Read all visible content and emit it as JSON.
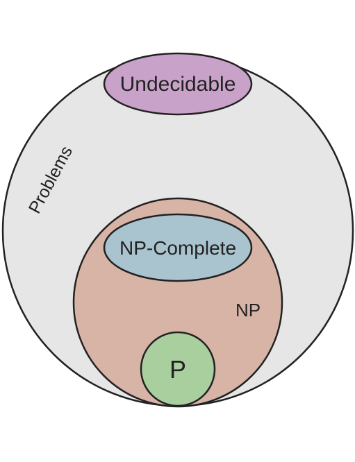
{
  "diagram": {
    "labels": {
      "problems": "Problems",
      "undecidable": "Undecidable",
      "np_complete": "NP-Complete",
      "np": "NP",
      "p": "P"
    },
    "colors": {
      "problems_fill": "#e6e6e6",
      "undecidable_fill": "#c8a2c8",
      "np_fill": "#d8b4a6",
      "np_complete_fill": "#a9c4cf",
      "p_fill": "#a9cf9f",
      "outline": "#222222"
    }
  }
}
